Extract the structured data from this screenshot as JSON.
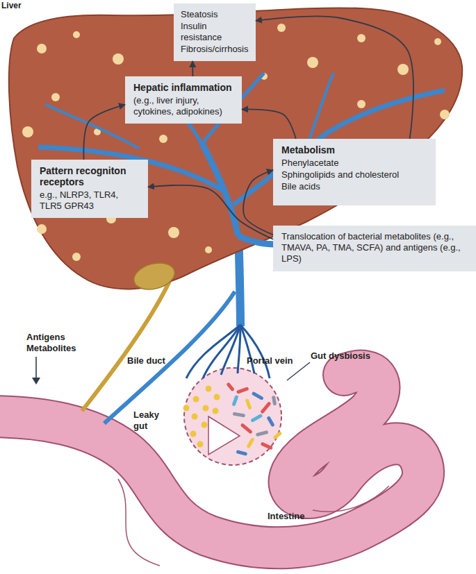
{
  "diagram": {
    "nodes": [
      {
        "text": [
          "Steatosis",
          "Insulin resistance",
          "Fibrosis/cirrhosis"
        ]
      },
      {
        "text": [
          "Hepatic inflammation",
          "(e.g., liver injury, cytokines, adipokines)"
        ]
      },
      {
        "text": [
          "Pattern recogniton receptors",
          "e.g., NLRP3, TLR4, TLR5 GPR43"
        ]
      },
      {
        "text": [
          "Metabolism",
          "Phenylacetate",
          "Sphingolipids and cholesterol",
          "Bile acids"
        ]
      },
      {
        "text": [
          "Translocation of bacterial metabolites (e.g., TMAVA, PA, TMA, SCFA) and antigens (e.g., LPS)"
        ]
      }
    ],
    "edges": [
      {
        "from": 1,
        "to": 0,
        "arrow": "to"
      },
      {
        "from": 2,
        "to": 1,
        "arrow": "to"
      },
      {
        "from": 3,
        "to": 1,
        "arrow": "to"
      },
      {
        "from": 3,
        "to": 0,
        "arrow": "to"
      },
      {
        "from": 4,
        "to": 2,
        "arrow": "to"
      },
      {
        "from": 4,
        "to": 3,
        "arrow": "to"
      }
    ],
    "labels": [
      "Liver",
      "Bile duct",
      "Portal vein",
      "Antigens Metabolites",
      "Gut dysbiosis",
      "Leaky gut",
      "Intestine"
    ]
  }
}
